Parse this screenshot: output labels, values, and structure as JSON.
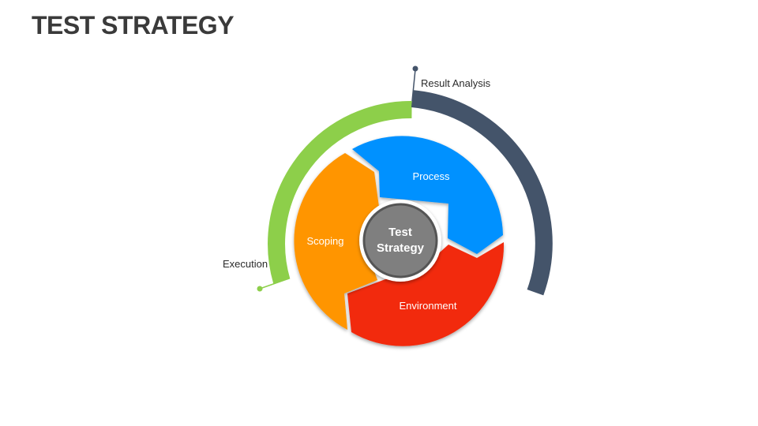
{
  "title": "TEST STRATEGY",
  "center": {
    "line1": "Test",
    "line2": "Strategy"
  },
  "segments": {
    "process": "Process",
    "environment": "Environment",
    "scoping": "Scoping"
  },
  "callouts": {
    "result_analysis": "Result Analysis",
    "execution": "Execution"
  },
  "colors": {
    "process": "#0091FF",
    "environment": "#F22A0A",
    "scoping": "#FF9500",
    "execution_arc": "#8DCF4A",
    "result_arc": "#44546A",
    "center": "#7F7F7F"
  }
}
